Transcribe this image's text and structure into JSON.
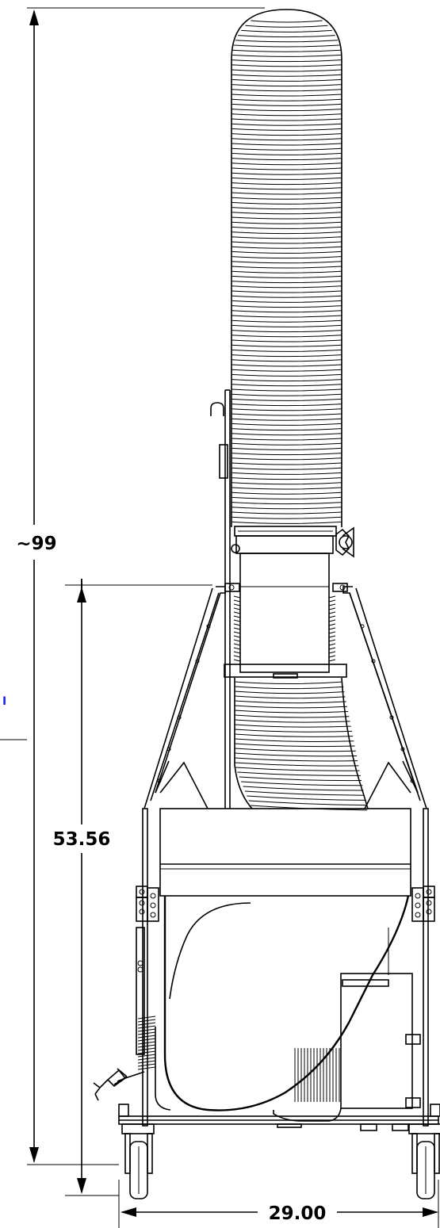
{
  "dimensions": {
    "overall_height": "~99",
    "hood_height": "53.56",
    "base_width": "29.00"
  },
  "annotation_fragment": "I",
  "colors": {
    "line": "#000000",
    "annotation": "#1e22ff",
    "background": "#ffffff"
  }
}
